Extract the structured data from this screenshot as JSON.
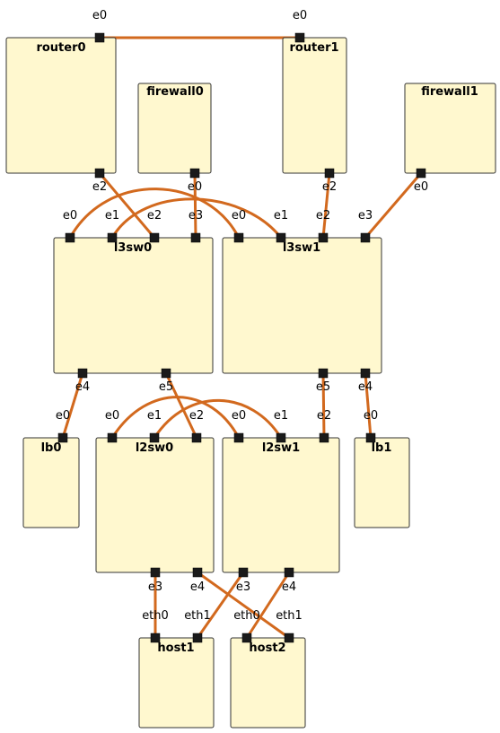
{
  "colors": {
    "link": "#d2691e",
    "node_fill": "#fff8cf",
    "port": "#1a1a1a"
  },
  "nodes": {
    "router0": {
      "label": "router0",
      "ports": {
        "e0": "e0",
        "e2": "e2"
      }
    },
    "router1": {
      "label": "router1",
      "ports": {
        "e0": "e0",
        "e2": "e2"
      }
    },
    "firewall0": {
      "label": "firewall0",
      "ports": {
        "e0": "e0"
      }
    },
    "firewall1": {
      "label": "firewall1",
      "ports": {
        "e0": "e0"
      }
    },
    "l3sw0": {
      "label": "l3sw0",
      "ports": {
        "e0": "e0",
        "e1": "e1",
        "e2": "e2",
        "e3": "e3",
        "e4": "e4",
        "e5": "e5"
      }
    },
    "l3sw1": {
      "label": "l3sw1",
      "ports": {
        "e0": "e0",
        "e1": "e1",
        "e2": "e2",
        "e3": "e3",
        "e4": "e4",
        "e5": "e5"
      }
    },
    "lb0": {
      "label": "lb0",
      "ports": {
        "e0": "e0"
      }
    },
    "lb1": {
      "label": "lb1",
      "ports": {
        "e0": "e0"
      }
    },
    "l2sw0": {
      "label": "l2sw0",
      "ports": {
        "e0": "e0",
        "e1": "e1",
        "e2": "e2",
        "e3": "e3",
        "e4": "e4"
      }
    },
    "l2sw1": {
      "label": "l2sw1",
      "ports": {
        "e0": "e0",
        "e1": "e1",
        "e2": "e2",
        "e3": "e3",
        "e4": "e4"
      }
    },
    "host1": {
      "label": "host1",
      "ports": {
        "eth0": "eth0",
        "eth1": "eth1"
      }
    },
    "host2": {
      "label": "host2",
      "ports": {
        "eth0": "eth0",
        "eth1": "eth1"
      }
    }
  },
  "links": [
    {
      "from": "router0.e0",
      "to": "router1.e0"
    },
    {
      "from": "router0.e2",
      "to": "l3sw0.e2"
    },
    {
      "from": "firewall0.e0",
      "to": "l3sw0.e3"
    },
    {
      "from": "router1.e2",
      "to": "l3sw1.e2"
    },
    {
      "from": "firewall1.e0",
      "to": "l3sw1.e3"
    },
    {
      "from": "l3sw0.e0",
      "to": "l3sw1.e0"
    },
    {
      "from": "l3sw0.e1",
      "to": "l3sw1.e1"
    },
    {
      "from": "l3sw0.e4",
      "to": "lb0.e0"
    },
    {
      "from": "l3sw0.e5",
      "to": "l2sw0.e2"
    },
    {
      "from": "l3sw1.e5",
      "to": "l2sw1.e2"
    },
    {
      "from": "l3sw1.e4",
      "to": "lb1.e0"
    },
    {
      "from": "l2sw0.e0",
      "to": "l2sw1.e0"
    },
    {
      "from": "l2sw0.e1",
      "to": "l2sw1.e1"
    },
    {
      "from": "l2sw0.e3",
      "to": "host1.eth0"
    },
    {
      "from": "l2sw0.e4",
      "to": "host2.eth1"
    },
    {
      "from": "l2sw1.e3",
      "to": "host1.eth1"
    },
    {
      "from": "l2sw1.e4",
      "to": "host2.eth0"
    }
  ]
}
